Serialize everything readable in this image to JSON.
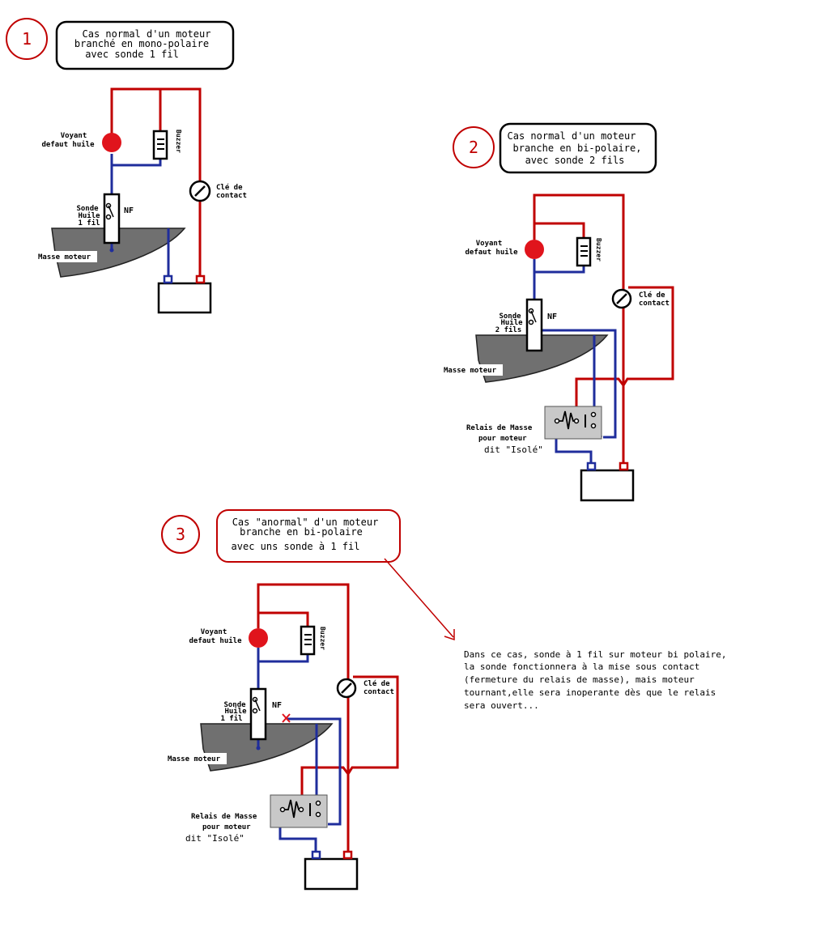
{
  "colors": {
    "red_wire": "#c00000",
    "blue_wire": "#1f2d9c",
    "lamp": "#e0141c",
    "engine_block": "#707070",
    "relay_box": "#c8c8c8"
  },
  "case1": {
    "number": "1",
    "title_lines": [
      "Cas normal d'un moteur",
      "branché en mono-polaire",
      "avec sonde 1 fil"
    ],
    "voyant_lines": [
      "Voyant",
      "defaut huile"
    ],
    "buzzer": "Buzzer",
    "cle_lines": [
      "Clé de",
      "contact"
    ],
    "sonde_lines": [
      "Sonde",
      "Huile",
      "1 fil"
    ],
    "nf": "NF",
    "masse": "Masse moteur"
  },
  "case2": {
    "number": "2",
    "title_lines": [
      "Cas normal d'un moteur",
      "branche en bi-polaire,",
      "avec sonde 2 fils"
    ],
    "voyant_lines": [
      "Voyant",
      "defaut huile"
    ],
    "buzzer": "Buzzer",
    "cle_lines": [
      "Clé de",
      "contact"
    ],
    "sonde_lines": [
      "Sonde",
      "Huile",
      "2 fils"
    ],
    "nf": "NF",
    "masse": "Masse moteur",
    "relais_lines": [
      "Relais de Masse",
      "pour moteur",
      "dit \"Isolé\""
    ]
  },
  "case3": {
    "number": "3",
    "title_lines": [
      "Cas \"anormal\" d'un moteur",
      "branche en bi-polaire",
      "avec uns sonde à 1 fil"
    ],
    "voyant_lines": [
      "Voyant",
      "defaut huile"
    ],
    "buzzer": "Buzzer",
    "cle_lines": [
      "Clé de",
      "contact"
    ],
    "sonde_lines": [
      "Sonde",
      "Huile",
      "1 fil"
    ],
    "nf": "NF",
    "masse": "Masse moteur",
    "relais_lines": [
      "Relais de Masse",
      "pour moteur",
      "dit \"Isolé\""
    ],
    "explanation_lines": [
      "Dans ce cas, sonde à 1 fil sur moteur bi polaire,",
      "la sonde fonctionnera à la mise sous contact",
      "(fermeture du relais de masse), mais moteur",
      "tournant,elle sera inoperante dès que le relais",
      "sera ouvert..."
    ]
  }
}
